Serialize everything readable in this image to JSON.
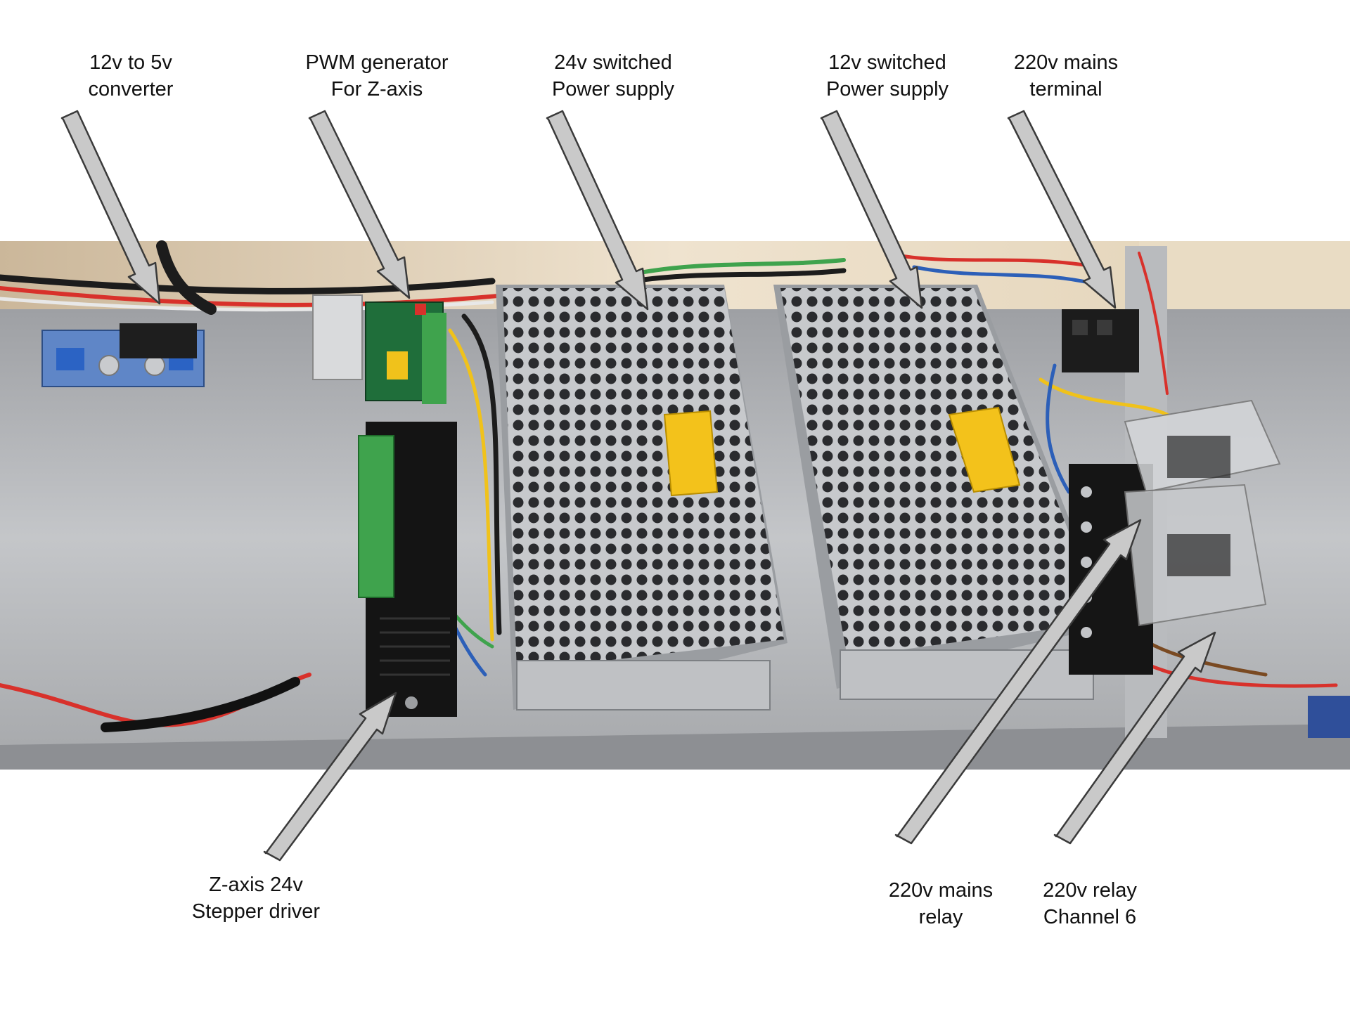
{
  "labels": {
    "converter": {
      "line1": "12v to 5v",
      "line2": "converter"
    },
    "pwm": {
      "line1": "PWM generator",
      "line2": "For Z-axis"
    },
    "psu24": {
      "line1": "24v switched",
      "line2": "Power supply"
    },
    "psu12": {
      "line1": "12v switched",
      "line2": "Power supply"
    },
    "mains_terminal": {
      "line1": "220v mains",
      "line2": "terminal"
    },
    "stepper": {
      "line1": "Z-axis 24v",
      "line2": "Stepper driver"
    },
    "mains_relay": {
      "line1": "220v mains",
      "line2": "relay"
    },
    "relay_ch6": {
      "line1": "220v relay",
      "line2": "Channel 6"
    }
  },
  "colors": {
    "arrow_fill": "#c9c9c9",
    "arrow_stroke": "#3a3a3a",
    "metal_base": "#b8b9bc",
    "psu_grille": "#9fa2a6",
    "warning_label": "#f3c21b",
    "terminal_green": "#3fa34d",
    "wood_backdrop": "#e6d4b8"
  }
}
